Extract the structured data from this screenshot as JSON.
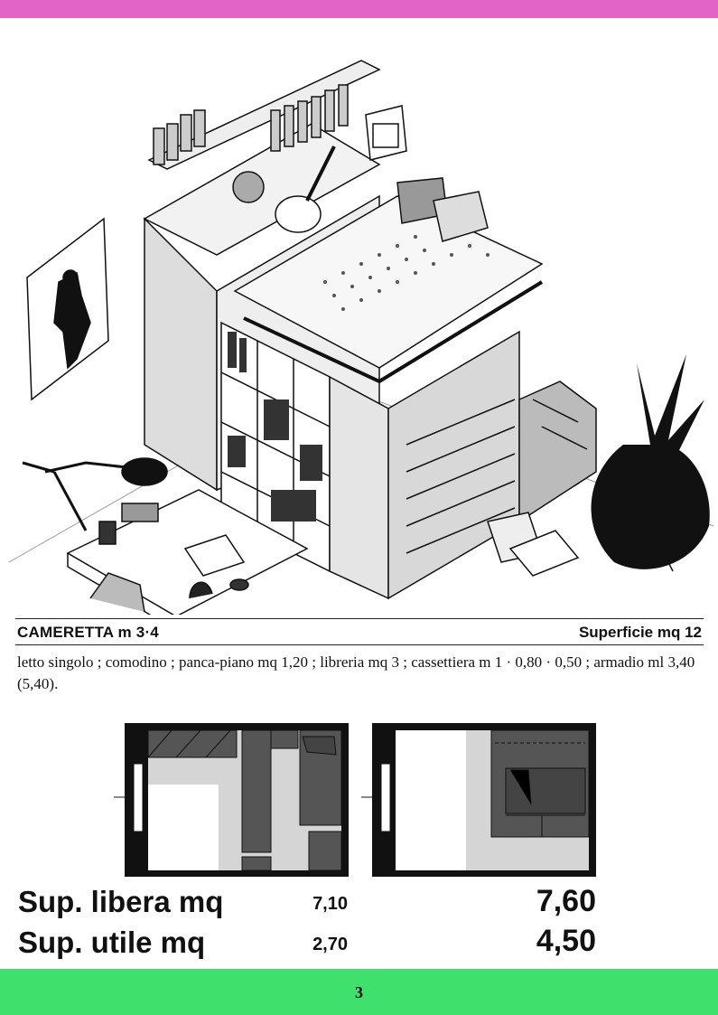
{
  "room": {
    "title": "CAMERETTA  m 3·4",
    "area": "Superficie mq 12"
  },
  "description": "letto singolo ; comodino ; panca-piano mq 1,20 ; libreria mq 3 ; cassettiera m 1 · 0,80 · 0,50 ; armadio ml 3,40 (5,40).",
  "stats": [
    {
      "label": "Sup. libera mq",
      "left_value": "7,10",
      "right_value": "7,60"
    },
    {
      "label": "Sup. utile mq",
      "left_value": "2,70",
      "right_value": "4,50"
    }
  ],
  "page_number": "3",
  "colors": {
    "top_bar": "#e463c6",
    "bottom_bar": "#3fe06b"
  }
}
